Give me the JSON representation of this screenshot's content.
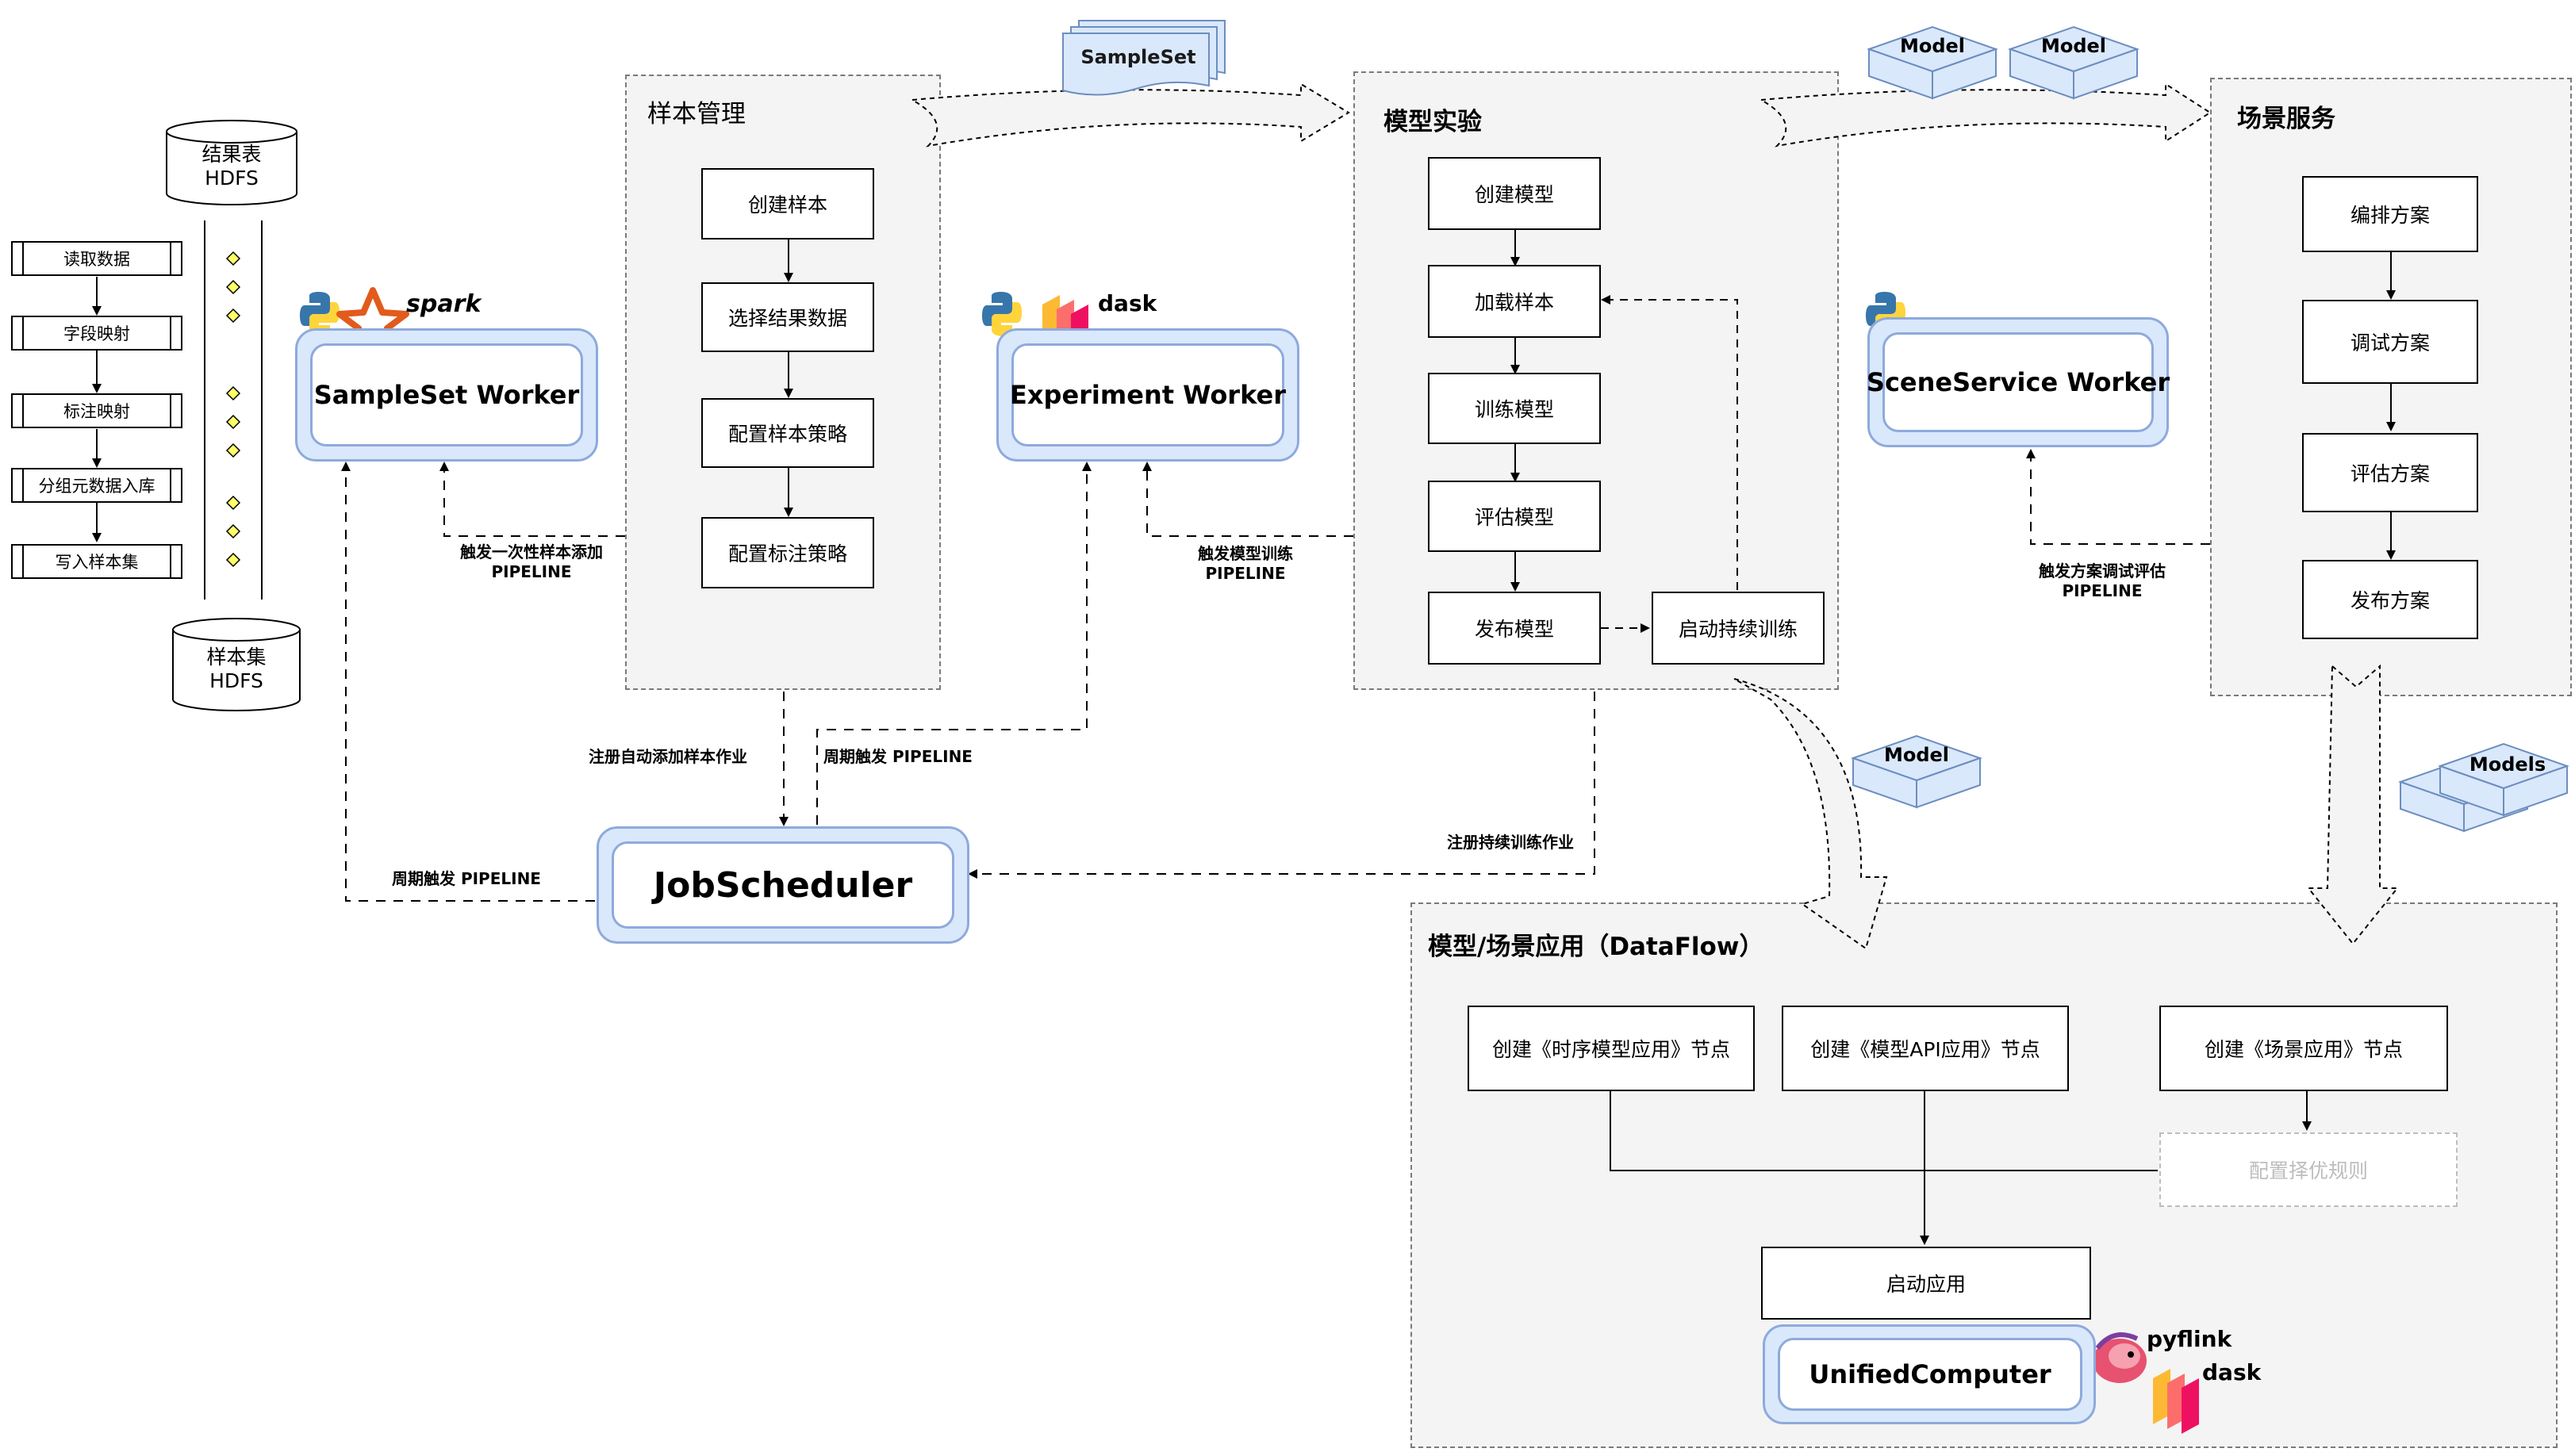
{
  "storage": {
    "result_table": [
      "结果表",
      "HDFS"
    ],
    "sample_set": [
      "样本集",
      "HDFS"
    ]
  },
  "spark_steps": [
    "读取数据",
    "字段映射",
    "标注映射",
    "分组元数据入库",
    "写入样本集"
  ],
  "regions": {
    "sample_mgmt": "样本管理",
    "model_exp": "模型实验",
    "scene_service": "场景服务",
    "dataflow": "模型/场景应用（DataFlow）"
  },
  "sample_mgmt_steps": [
    "创建样本",
    "选择结果数据",
    "配置样本策略",
    "配置标注策略"
  ],
  "model_exp_steps": [
    "创建模型",
    "加载样本",
    "训练模型",
    "评估模型",
    "发布模型"
  ],
  "model_exp_side": "启动持续训练",
  "scene_steps": [
    "编排方案",
    "调试方案",
    "评估方案",
    "发布方案"
  ],
  "dataflow": {
    "node1": "创建《时序模型应用》节点",
    "node2": "创建《模型API应用》节点",
    "node3": "创建《场景应用》节点",
    "optimal_rule": "配置择优规则",
    "start_app": "启动应用"
  },
  "workers": {
    "sampleset": "SampleSet Worker",
    "experiment": "Experiment Worker",
    "sceneservice": "SceneService Worker",
    "jobscheduler": "JobScheduler",
    "unified": "UnifiedComputer"
  },
  "tech_logos": {
    "spark": "spark",
    "dask1": "dask",
    "pyflink": "pyflink",
    "dask2": "dask"
  },
  "flow_tags": {
    "sampleset": "SampleSet",
    "model_a": "Model",
    "model_b": "Model",
    "model_c": "Model",
    "models": "Models"
  },
  "edge_labels": {
    "trigger_sample": [
      "触发一次性样本添加",
      "PIPELINE"
    ],
    "trigger_train": [
      "触发模型训练",
      "PIPELINE"
    ],
    "trigger_scene": [
      "触发方案调试评估",
      "PIPELINE"
    ],
    "register_auto_sample": "注册自动添加样本作业",
    "periodic_trigger_1": "周期触发 PIPELINE",
    "periodic_trigger_2": "周期触发 PIPELINE",
    "register_continuous": "注册持续训练作业"
  },
  "colors": {
    "worker_fill": "#dae8fc",
    "worker_border": "#8eaadb",
    "region_fill": "#f4f4f4",
    "diamond": "#ffff66",
    "spark_star": "#e25a1c",
    "python_blue": "#3776ab",
    "python_yellow": "#ffd43b",
    "dask_orange": "#fdb933",
    "dask_red": "#ef1161"
  }
}
